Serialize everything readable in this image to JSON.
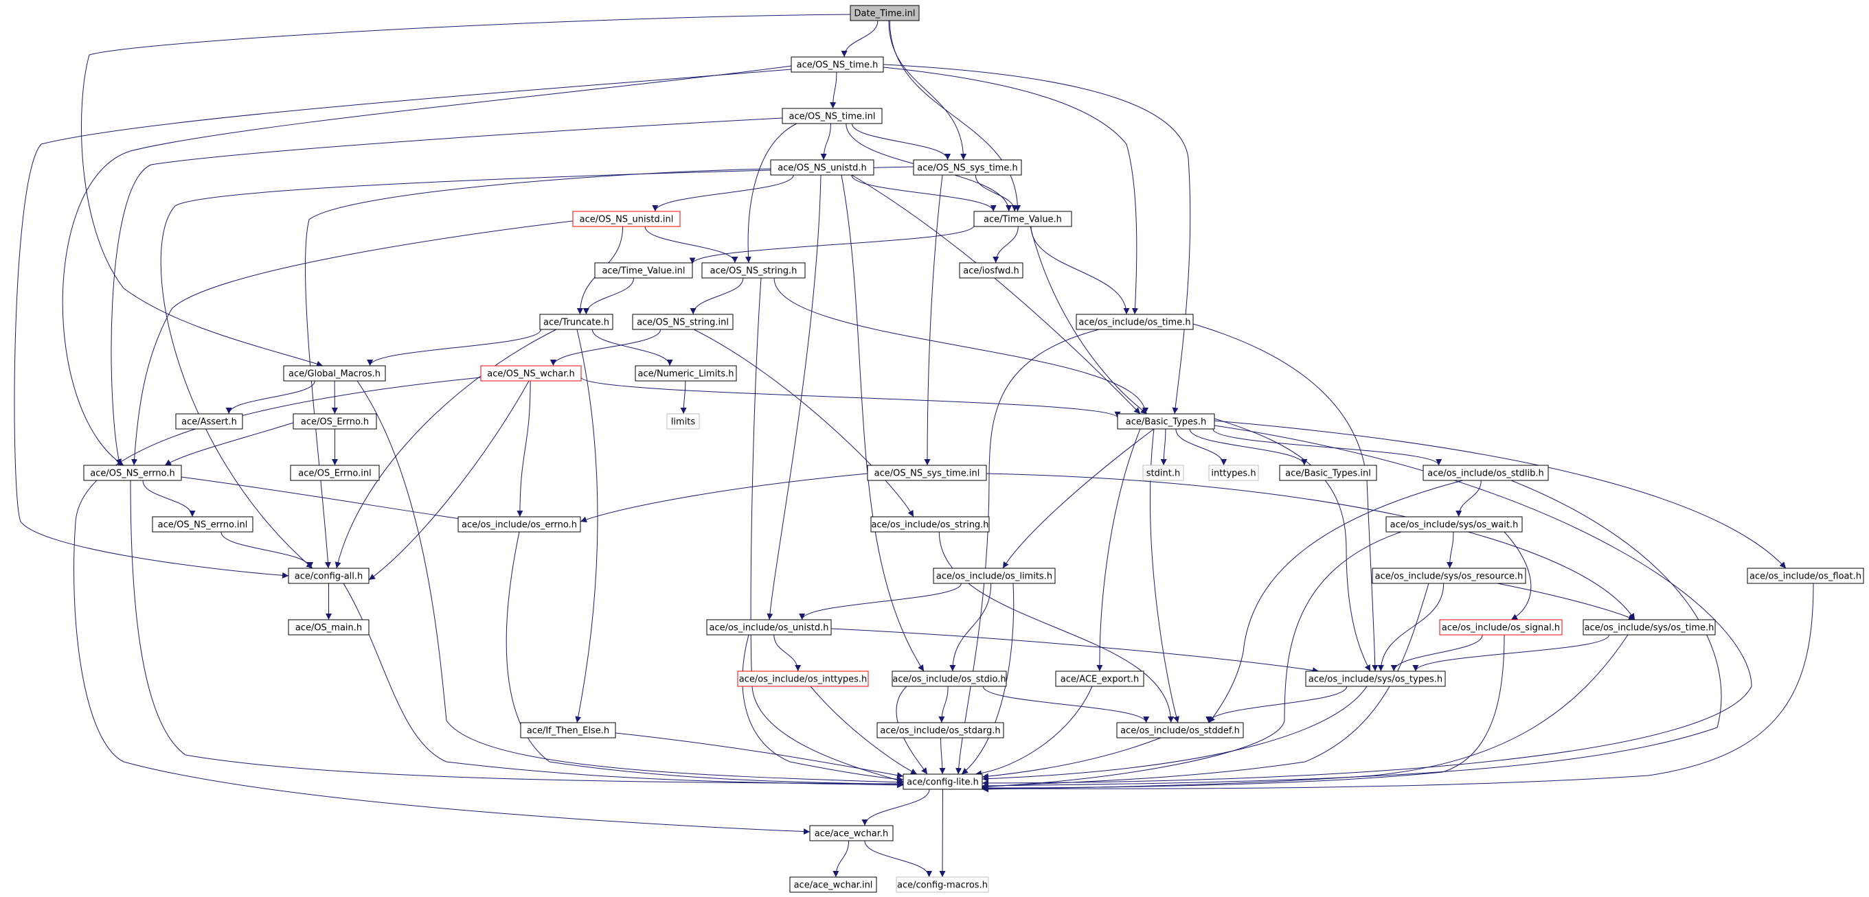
{
  "graph": {
    "nodes": [
      {
        "id": "Date_Time.inl",
        "label": "Date_Time.inl",
        "style": "root"
      },
      {
        "id": "ace/OS_NS_time.h",
        "label": "ace/OS_NS_time.h",
        "style": "normal"
      },
      {
        "id": "ace/OS_NS_time.inl",
        "label": "ace/OS_NS_time.inl",
        "style": "normal"
      },
      {
        "id": "ace/OS_NS_unistd.h",
        "label": "ace/OS_NS_unistd.h",
        "style": "normal"
      },
      {
        "id": "ace/OS_NS_sys_time.h",
        "label": "ace/OS_NS_sys_time.h",
        "style": "normal"
      },
      {
        "id": "ace/OS_NS_unistd.inl",
        "label": "ace/OS_NS_unistd.inl",
        "style": "red"
      },
      {
        "id": "ace/Time_Value.h",
        "label": "ace/Time_Value.h",
        "style": "normal"
      },
      {
        "id": "ace/Time_Value.inl",
        "label": "ace/Time_Value.inl",
        "style": "normal"
      },
      {
        "id": "ace/OS_NS_string.h",
        "label": "ace/OS_NS_string.h",
        "style": "normal"
      },
      {
        "id": "ace/iosfwd.h",
        "label": "ace/iosfwd.h",
        "style": "normal"
      },
      {
        "id": "ace/Truncate.h",
        "label": "ace/Truncate.h",
        "style": "normal"
      },
      {
        "id": "ace/OS_NS_string.inl",
        "label": "ace/OS_NS_string.inl",
        "style": "normal"
      },
      {
        "id": "ace/os_include/os_time.h",
        "label": "ace/os_include/os_time.h",
        "style": "normal"
      },
      {
        "id": "ace/Global_Macros.h",
        "label": "ace/Global_Macros.h",
        "style": "normal"
      },
      {
        "id": "ace/OS_NS_wchar.h",
        "label": "ace/OS_NS_wchar.h",
        "style": "red"
      },
      {
        "id": "ace/Numeric_Limits.h",
        "label": "ace/Numeric_Limits.h",
        "style": "normal"
      },
      {
        "id": "ace/Assert.h",
        "label": "ace/Assert.h",
        "style": "normal"
      },
      {
        "id": "ace/OS_Errno.h",
        "label": "ace/OS_Errno.h",
        "style": "normal"
      },
      {
        "id": "limits",
        "label": "limits",
        "style": "gray"
      },
      {
        "id": "ace/Basic_Types.h",
        "label": "ace/Basic_Types.h",
        "style": "normal"
      },
      {
        "id": "ace/OS_NS_errno.h",
        "label": "ace/OS_NS_errno.h",
        "style": "normal"
      },
      {
        "id": "ace/OS_Errno.inl",
        "label": "ace/OS_Errno.inl",
        "style": "normal"
      },
      {
        "id": "ace/OS_NS_sys_time.inl",
        "label": "ace/OS_NS_sys_time.inl",
        "style": "normal"
      },
      {
        "id": "stdint.h",
        "label": "stdint.h",
        "style": "gray"
      },
      {
        "id": "inttypes.h",
        "label": "inttypes.h",
        "style": "gray"
      },
      {
        "id": "ace/Basic_Types.inl",
        "label": "ace/Basic_Types.inl",
        "style": "normal"
      },
      {
        "id": "ace/os_include/os_stdlib.h",
        "label": "ace/os_include/os_stdlib.h",
        "style": "normal"
      },
      {
        "id": "ace/OS_NS_errno.inl",
        "label": "ace/OS_NS_errno.inl",
        "style": "normal"
      },
      {
        "id": "ace/os_include/os_errno.h",
        "label": "ace/os_include/os_errno.h",
        "style": "normal"
      },
      {
        "id": "ace/os_include/os_string.h",
        "label": "ace/os_include/os_string.h",
        "style": "normal"
      },
      {
        "id": "ace/os_include/sys/os_wait.h",
        "label": "ace/os_include/sys/os_wait.h",
        "style": "normal"
      },
      {
        "id": "ace/config-all.h",
        "label": "ace/config-all.h",
        "style": "normal"
      },
      {
        "id": "ace/os_include/os_limits.h",
        "label": "ace/os_include/os_limits.h",
        "style": "normal"
      },
      {
        "id": "ace/os_include/sys/os_resource.h",
        "label": "ace/os_include/sys/os_resource.h",
        "style": "normal"
      },
      {
        "id": "ace/os_include/os_float.h",
        "label": "ace/os_include/os_float.h",
        "style": "normal"
      },
      {
        "id": "ace/OS_main.h",
        "label": "ace/OS_main.h",
        "style": "normal"
      },
      {
        "id": "ace/os_include/os_unistd.h",
        "label": "ace/os_include/os_unistd.h",
        "style": "normal"
      },
      {
        "id": "ace/os_include/os_signal.h",
        "label": "ace/os_include/os_signal.h",
        "style": "red"
      },
      {
        "id": "ace/os_include/sys/os_time.h",
        "label": "ace/os_include/sys/os_time.h",
        "style": "normal"
      },
      {
        "id": "ace/os_include/os_inttypes.h",
        "label": "ace/os_include/os_inttypes.h",
        "style": "red"
      },
      {
        "id": "ace/os_include/os_stdio.h",
        "label": "ace/os_include/os_stdio.h",
        "style": "normal"
      },
      {
        "id": "ace/ACE_export.h",
        "label": "ace/ACE_export.h",
        "style": "normal"
      },
      {
        "id": "ace/os_include/sys/os_types.h",
        "label": "ace/os_include/sys/os_types.h",
        "style": "normal"
      },
      {
        "id": "ace/If_Then_Else.h",
        "label": "ace/If_Then_Else.h",
        "style": "normal"
      },
      {
        "id": "ace/os_include/os_stdarg.h",
        "label": "ace/os_include/os_stdarg.h",
        "style": "normal"
      },
      {
        "id": "ace/os_include/os_stddef.h",
        "label": "ace/os_include/os_stddef.h",
        "style": "normal"
      },
      {
        "id": "ace/config-lite.h",
        "label": "ace/config-lite.h",
        "style": "normal"
      },
      {
        "id": "ace/ace_wchar.h",
        "label": "ace/ace_wchar.h",
        "style": "normal"
      },
      {
        "id": "ace/ace_wchar.inl",
        "label": "ace/ace_wchar.inl",
        "style": "normal"
      },
      {
        "id": "ace/config-macros.h",
        "label": "ace/config-macros.h",
        "style": "gray"
      }
    ],
    "edges": [
      [
        "Date_Time.inl",
        "ace/OS_NS_time.h"
      ],
      [
        "Date_Time.inl",
        "ace/OS_NS_sys_time.h"
      ],
      [
        "Date_Time.inl",
        "ace/Time_Value.h"
      ],
      [
        "Date_Time.inl",
        "ace/Global_Macros.h"
      ],
      [
        "ace/OS_NS_time.h",
        "ace/OS_NS_time.inl"
      ],
      [
        "ace/OS_NS_time.h",
        "ace/os_include/os_time.h"
      ],
      [
        "ace/OS_NS_time.h",
        "ace/Basic_Types.h"
      ],
      [
        "ace/OS_NS_time.h",
        "ace/OS_NS_errno.h"
      ],
      [
        "ace/OS_NS_time.h",
        "ace/config-all.h"
      ],
      [
        "ace/OS_NS_time.inl",
        "ace/OS_NS_unistd.h"
      ],
      [
        "ace/OS_NS_time.inl",
        "ace/OS_NS_sys_time.h"
      ],
      [
        "ace/OS_NS_time.inl",
        "ace/Time_Value.h"
      ],
      [
        "ace/OS_NS_time.inl",
        "ace/OS_NS_string.h"
      ],
      [
        "ace/OS_NS_time.inl",
        "ace/OS_NS_errno.h"
      ],
      [
        "ace/OS_NS_unistd.h",
        "ace/OS_NS_unistd.inl"
      ],
      [
        "ace/OS_NS_unistd.h",
        "ace/Time_Value.h"
      ],
      [
        "ace/OS_NS_unistd.h",
        "ace/Basic_Types.h"
      ],
      [
        "ace/OS_NS_unistd.h",
        "ace/os_include/os_unistd.h"
      ],
      [
        "ace/OS_NS_unistd.h",
        "ace/os_include/os_stdio.h"
      ],
      [
        "ace/OS_NS_unistd.h",
        "ace/config-all.h"
      ],
      [
        "ace/OS_NS_sys_time.h",
        "ace/Time_Value.h"
      ],
      [
        "ace/OS_NS_sys_time.h",
        "ace/OS_NS_sys_time.inl"
      ],
      [
        "ace/OS_NS_sys_time.h",
        "ace/config-all.h"
      ],
      [
        "ace/OS_NS_unistd.inl",
        "ace/OS_NS_string.h"
      ],
      [
        "ace/OS_NS_unistd.inl",
        "ace/Truncate.h"
      ],
      [
        "ace/OS_NS_unistd.inl",
        "ace/OS_NS_errno.h"
      ],
      [
        "ace/Time_Value.h",
        "ace/Time_Value.inl"
      ],
      [
        "ace/Time_Value.h",
        "ace/iosfwd.h"
      ],
      [
        "ace/Time_Value.h",
        "ace/os_include/os_time.h"
      ],
      [
        "ace/Time_Value.h",
        "ace/Basic_Types.h"
      ],
      [
        "ace/Time_Value.inl",
        "ace/Truncate.h"
      ],
      [
        "ace/OS_NS_string.h",
        "ace/OS_NS_string.inl"
      ],
      [
        "ace/OS_NS_string.h",
        "ace/Basic_Types.h"
      ],
      [
        "ace/OS_NS_string.h",
        "ace/config-lite.h"
      ],
      [
        "ace/Truncate.h",
        "ace/Global_Macros.h"
      ],
      [
        "ace/Truncate.h",
        "ace/Numeric_Limits.h"
      ],
      [
        "ace/Truncate.h",
        "ace/If_Then_Else.h"
      ],
      [
        "ace/Truncate.h",
        "ace/config-all.h"
      ],
      [
        "ace/OS_NS_string.inl",
        "ace/OS_NS_wchar.h"
      ],
      [
        "ace/OS_NS_string.inl",
        "ace/os_include/os_string.h"
      ],
      [
        "ace/os_include/os_time.h",
        "ace/os_include/sys/os_types.h"
      ],
      [
        "ace/os_include/os_time.h",
        "ace/config-lite.h"
      ],
      [
        "ace/Global_Macros.h",
        "ace/Assert.h"
      ],
      [
        "ace/Global_Macros.h",
        "ace/OS_Errno.h"
      ],
      [
        "ace/Global_Macros.h",
        "ace/config-lite.h"
      ],
      [
        "ace/OS_NS_wchar.h",
        "ace/Basic_Types.h"
      ],
      [
        "ace/OS_NS_wchar.h",
        "ace/os_include/os_errno.h"
      ],
      [
        "ace/OS_NS_wchar.h",
        "ace/config-all.h"
      ],
      [
        "ace/OS_NS_wchar.h",
        "ace/ace_wchar.h"
      ],
      [
        "ace/Numeric_Limits.h",
        "limits"
      ],
      [
        "ace/OS_Errno.h",
        "ace/OS_Errno.inl"
      ],
      [
        "ace/OS_Errno.h",
        "ace/OS_NS_errno.h"
      ],
      [
        "ace/Basic_Types.h",
        "stdint.h"
      ],
      [
        "ace/Basic_Types.h",
        "inttypes.h"
      ],
      [
        "ace/Basic_Types.h",
        "ace/Basic_Types.inl"
      ],
      [
        "ace/Basic_Types.h",
        "ace/os_include/os_stdlib.h"
      ],
      [
        "ace/Basic_Types.h",
        "ace/os_include/os_limits.h"
      ],
      [
        "ace/Basic_Types.h",
        "ace/ACE_export.h"
      ],
      [
        "ace/Basic_Types.h",
        "ace/os_include/os_stddef.h"
      ],
      [
        "ace/Basic_Types.h",
        "ace/os_include/sys/os_types.h"
      ],
      [
        "ace/Basic_Types.h",
        "ace/os_include/os_float.h"
      ],
      [
        "ace/Basic_Types.h",
        "ace/config-lite.h"
      ],
      [
        "ace/OS_NS_errno.h",
        "ace/OS_NS_errno.inl"
      ],
      [
        "ace/OS_NS_errno.h",
        "ace/os_include/os_errno.h"
      ],
      [
        "ace/OS_NS_errno.h",
        "ace/config-lite.h"
      ],
      [
        "ace/OS_NS_errno.inl",
        "ace/config-all.h"
      ],
      [
        "ace/OS_NS_sys_time.inl",
        "ace/os_include/os_errno.h"
      ],
      [
        "ace/OS_NS_sys_time.inl",
        "ace/os_include/sys/os_time.h"
      ],
      [
        "ace/os_include/os_stdlib.h",
        "ace/os_include/sys/os_wait.h"
      ],
      [
        "ace/os_include/os_stdlib.h",
        "ace/os_include/os_stddef.h"
      ],
      [
        "ace/os_include/os_stdlib.h",
        "ace/config-lite.h"
      ],
      [
        "ace/os_include/os_errno.h",
        "ace/config-lite.h"
      ],
      [
        "ace/os_include/os_string.h",
        "ace/os_include/os_stddef.h"
      ],
      [
        "ace/os_include/sys/os_wait.h",
        "ace/os_include/sys/os_resource.h"
      ],
      [
        "ace/os_include/sys/os_wait.h",
        "ace/os_include/os_signal.h"
      ],
      [
        "ace/os_include/sys/os_wait.h",
        "ace/config-lite.h"
      ],
      [
        "ace/config-all.h",
        "ace/OS_main.h"
      ],
      [
        "ace/config-all.h",
        "ace/config-lite.h"
      ],
      [
        "ace/os_include/os_limits.h",
        "ace/os_include/os_unistd.h"
      ],
      [
        "ace/os_include/os_limits.h",
        "ace/os_include/os_stdio.h"
      ],
      [
        "ace/os_include/os_limits.h",
        "ace/config-lite.h"
      ],
      [
        "ace/os_include/sys/os_resource.h",
        "ace/os_include/sys/os_time.h"
      ],
      [
        "ace/os_include/sys/os_resource.h",
        "ace/os_include/sys/os_types.h"
      ],
      [
        "ace/os_include/sys/os_resource.h",
        "ace/config-lite.h"
      ],
      [
        "ace/os_include/os_float.h",
        "ace/config-lite.h"
      ],
      [
        "ace/os_include/os_unistd.h",
        "ace/os_include/os_inttypes.h"
      ],
      [
        "ace/os_include/os_unistd.h",
        "ace/os_include/sys/os_types.h"
      ],
      [
        "ace/os_include/os_unistd.h",
        "ace/config-lite.h"
      ],
      [
        "ace/os_include/os_signal.h",
        "ace/os_include/sys/os_types.h"
      ],
      [
        "ace/os_include/os_signal.h",
        "ace/config-lite.h"
      ],
      [
        "ace/os_include/sys/os_time.h",
        "ace/os_include/sys/os_types.h"
      ],
      [
        "ace/os_include/sys/os_time.h",
        "ace/config-lite.h"
      ],
      [
        "ace/os_include/os_inttypes.h",
        "ace/config-lite.h"
      ],
      [
        "ace/os_include/os_stdio.h",
        "ace/os_include/os_stdarg.h"
      ],
      [
        "ace/os_include/os_stdio.h",
        "ace/os_include/os_stddef.h"
      ],
      [
        "ace/os_include/os_stdio.h",
        "ace/config-lite.h"
      ],
      [
        "ace/ACE_export.h",
        "ace/config-lite.h"
      ],
      [
        "ace/os_include/sys/os_types.h",
        "ace/os_include/os_stddef.h"
      ],
      [
        "ace/os_include/sys/os_types.h",
        "ace/config-lite.h"
      ],
      [
        "ace/If_Then_Else.h",
        "ace/config-lite.h"
      ],
      [
        "ace/os_include/os_stdarg.h",
        "ace/config-lite.h"
      ],
      [
        "ace/os_include/os_stddef.h",
        "ace/config-lite.h"
      ],
      [
        "ace/config-lite.h",
        "ace/ace_wchar.h"
      ],
      [
        "ace/config-lite.h",
        "ace/config-macros.h"
      ],
      [
        "ace/ace_wchar.h",
        "ace/ace_wchar.inl"
      ],
      [
        "ace/ace_wchar.h",
        "ace/config-macros.h"
      ]
    ],
    "colors": {
      "edge": "#191970",
      "node_border": "#000000",
      "red_border": "#ff0000",
      "gray_border": "#bfbfbf",
      "gray_text": "#808080",
      "root_fill": "#bfbfbf",
      "fill": "#ffffff"
    }
  }
}
